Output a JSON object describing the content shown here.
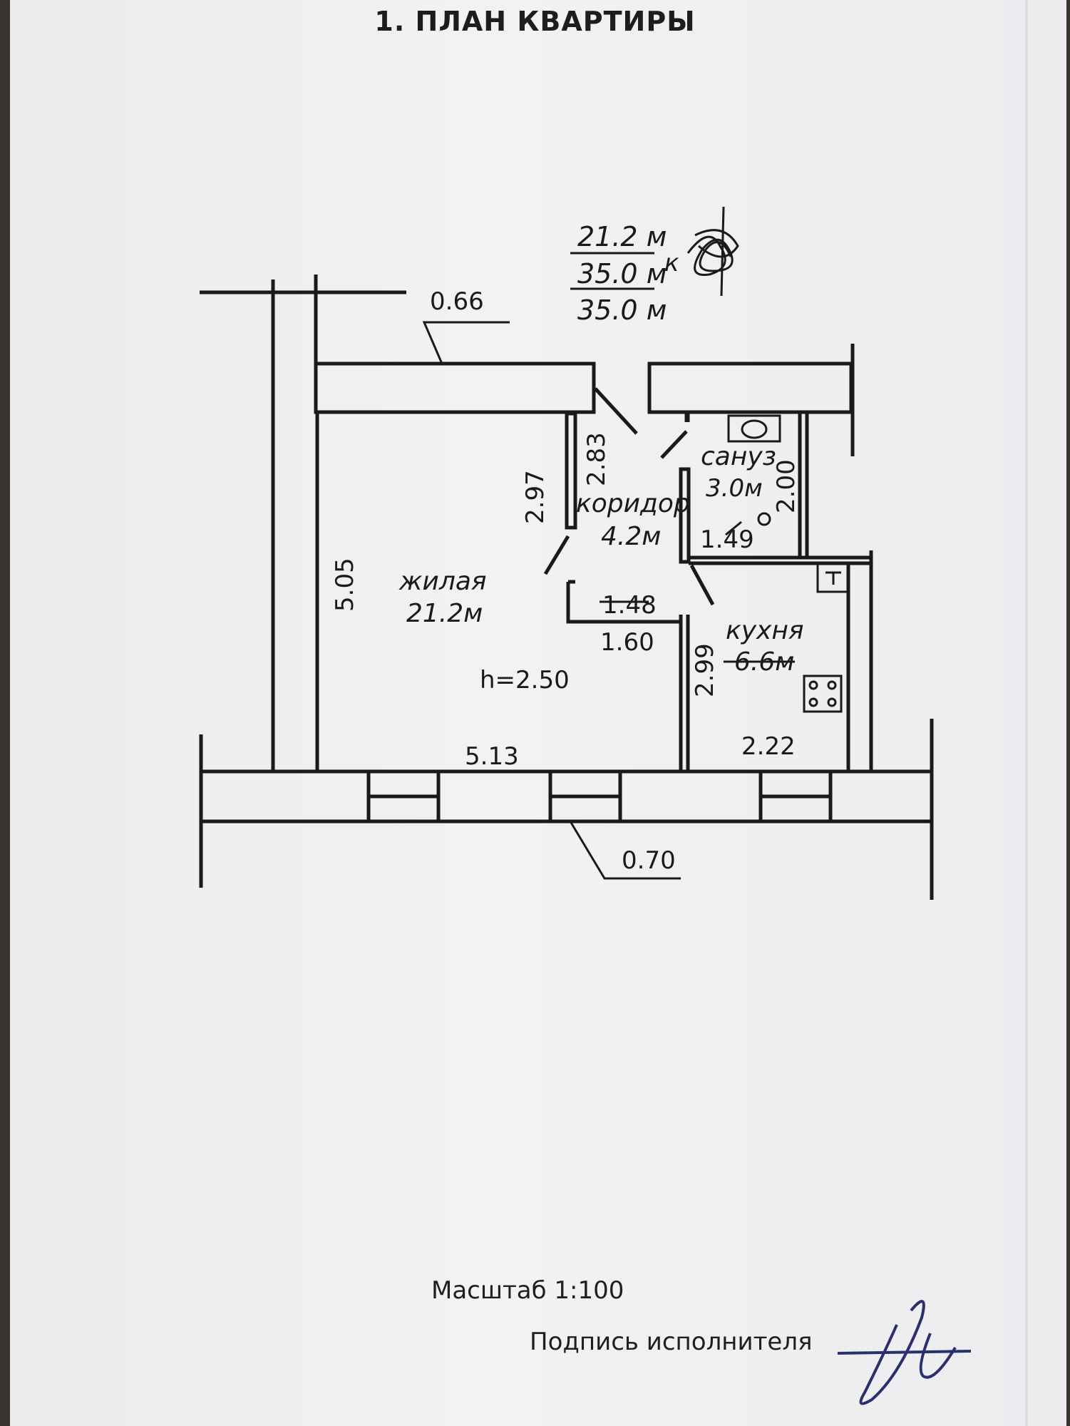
{
  "title": "1. ПЛАН КВАРТИРЫ",
  "areas": {
    "living": "21.2 м",
    "total": "35.0 м",
    "total_2": "35.0 м",
    "prefix": "к"
  },
  "rooms": {
    "living": {
      "name": "жилая",
      "area": "21.2м",
      "height": "h=2.50"
    },
    "corridor": {
      "name": "коридор",
      "area": "4.2м"
    },
    "bathroom": {
      "name": "сануз",
      "area": "3.0м"
    },
    "kitchen": {
      "name": "кухня",
      "area": "6.6м"
    }
  },
  "dimensions": {
    "wall_top": "0.66",
    "wall_bottom": "0.70",
    "living_height": "5.05",
    "living_width": "5.13",
    "living_partition": "2.97",
    "corridor_height": "2.83",
    "closet_w1": "1.48",
    "closet_w2": "1.60",
    "bath_height": "2.00",
    "bath_width": "1.49",
    "kitchen_height": "2.99",
    "kitchen_width": "2.22"
  },
  "footer": {
    "scale": "Масштаб  1:100",
    "signature_label": "Подпись исполнителя"
  }
}
